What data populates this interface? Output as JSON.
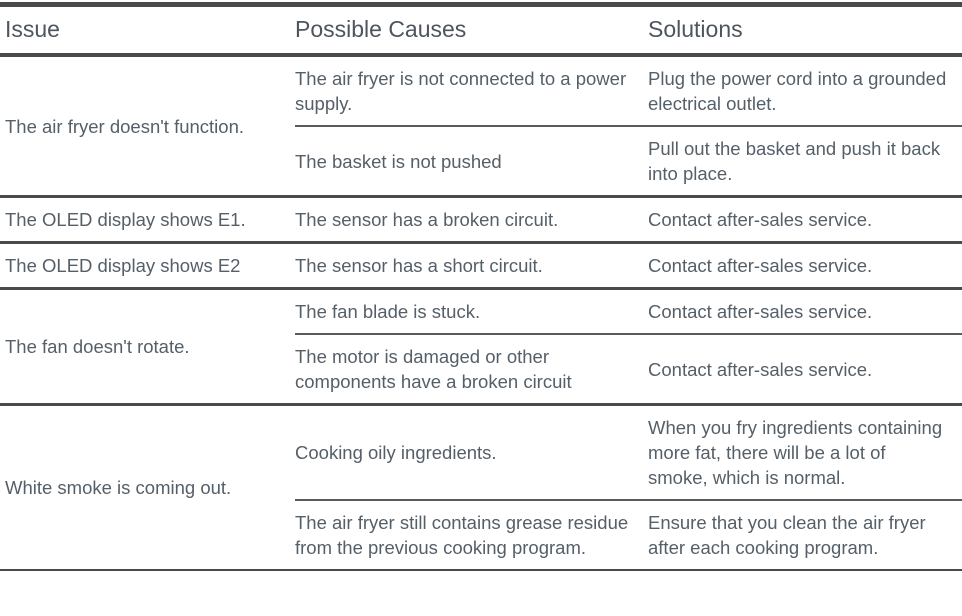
{
  "document": {
    "type": "troubleshooting-table",
    "colors": {
      "rule": "#4a4a4a",
      "header_text": "#4e555e",
      "body_text": "#555f68",
      "background": "#ffffff"
    }
  },
  "table": {
    "headers": {
      "issue": "Issue",
      "cause": "Possible Causes",
      "solution": "Solutions"
    },
    "groups": [
      {
        "issue": "The air fryer doesn't function.",
        "rows": [
          {
            "cause": "The air fryer is not connected to a power supply.",
            "solution": "Plug the power cord into a grounded electrical outlet."
          },
          {
            "cause": "The basket is not pushed",
            "solution": "Pull out the basket and push it back into place."
          }
        ]
      },
      {
        "issue": "The OLED display shows E1.",
        "rows": [
          {
            "cause": "The sensor has a broken circuit.",
            "solution": "Contact after-sales service."
          }
        ]
      },
      {
        "issue": "The OLED display shows E2",
        "rows": [
          {
            "cause": "The sensor has a short circuit.",
            "solution": "Contact after-sales service."
          }
        ]
      },
      {
        "issue": "The fan doesn't rotate.",
        "rows": [
          {
            "cause": "The fan blade is stuck.",
            "solution": "Contact after-sales service."
          },
          {
            "cause": "The motor is damaged or other components have a broken circuit",
            "solution": "Contact after-sales service."
          }
        ]
      },
      {
        "issue": "White smoke is coming out.",
        "rows": [
          {
            "cause": "Cooking oily ingredients.",
            "solution": "When you fry ingredients containing more fat, there will be a lot of smoke, which is normal."
          },
          {
            "cause": "The air fryer still contains grease residue from the previous cooking program.",
            "solution": "Ensure that you clean the air fryer after each cooking program."
          }
        ]
      }
    ]
  }
}
